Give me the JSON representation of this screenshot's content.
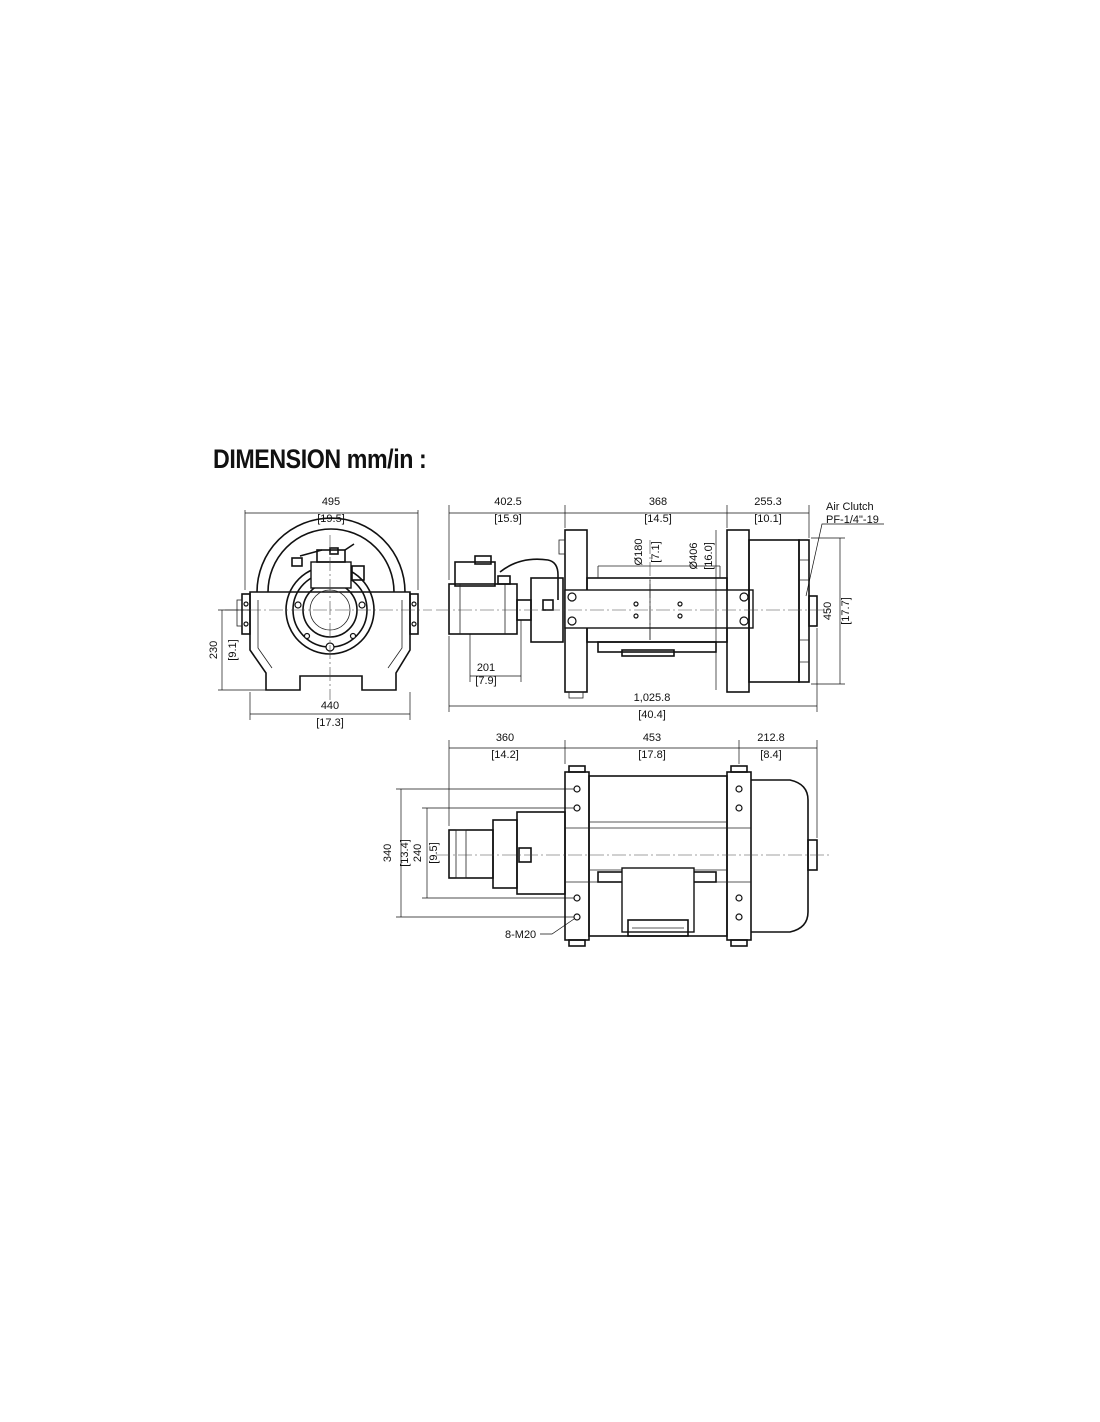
{
  "title": "DIMENSION mm/in :",
  "front_view": {
    "overall_width": "495",
    "overall_width_in": "[19.5]",
    "base_width": "440",
    "base_width_in": "[17.3]",
    "center_height": "230",
    "center_height_in": "[9.1]"
  },
  "side_view": {
    "motor_length": "402.5",
    "motor_length_in": "[15.9]",
    "drum_length": "368",
    "drum_length_in": "[14.5]",
    "clutch_length": "255.3",
    "clutch_length_in": "[10.1]",
    "drum_dia": "Ø180",
    "drum_dia_in": "[7.1]",
    "flange_dia": "Ø406",
    "flange_dia_in": "[16.0]",
    "height": "450",
    "height_in": "[17.7]",
    "motor_offset": "201",
    "motor_offset_in": "[7.9]",
    "total_length": "1,025.8",
    "total_length_in": "[40.4]",
    "air_clutch_label": "Air Clutch",
    "air_clutch_port": "PF-1/4\"-19"
  },
  "top_view": {
    "motor_length": "360",
    "motor_length_in": "[14.2]",
    "bolt_span": "453",
    "bolt_span_in": "[17.8]",
    "clutch_length": "212.8",
    "clutch_length_in": "[8.4]",
    "outer_width": "340",
    "outer_width_in": "[13.4]",
    "inner_width": "240",
    "inner_width_in": "[9.5]",
    "bolts": "8-M20"
  }
}
